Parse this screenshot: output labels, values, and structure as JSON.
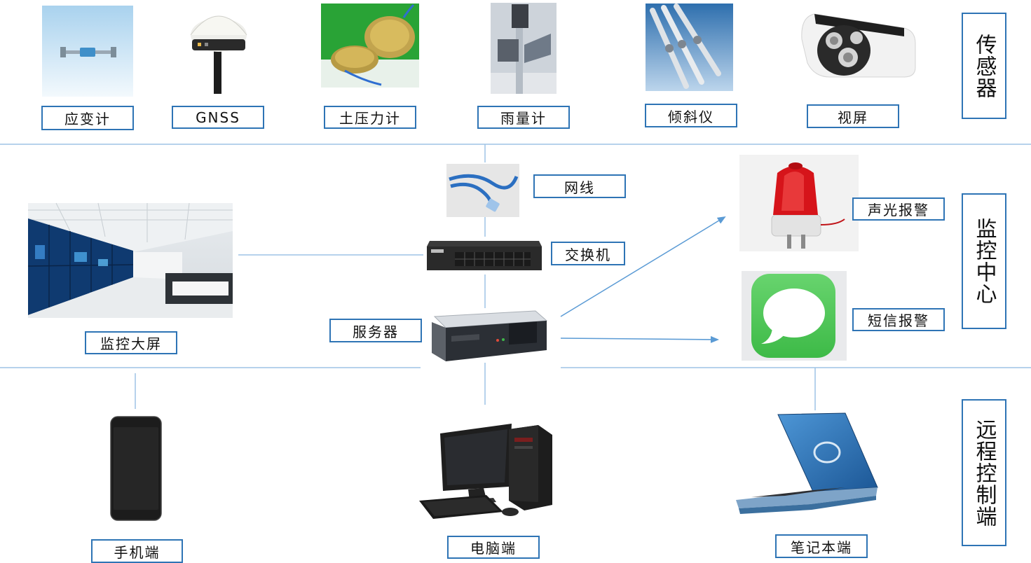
{
  "colors": {
    "line": "#9dc3e6",
    "border": "#2e74b5",
    "arrow": "#5b9bd5"
  },
  "sensors": {
    "title": "传感器",
    "strain_gauge": "应变计",
    "gnss": "GNSS",
    "earth_pressure": "土压力计",
    "rain_gauge": "雨量计",
    "inclinometer": "倾斜仪",
    "video": "视屏"
  },
  "monitoring": {
    "title": "监控中心",
    "network_cable": "网线",
    "switch": "交换机",
    "server": "服务器",
    "big_screen": "监控大屏",
    "sound_light_alarm": "声光报警",
    "sms_alarm": "短信报警"
  },
  "remote": {
    "title": "远程控制端",
    "phone": "手机端",
    "desktop": "电脑端",
    "laptop": "笔记本端"
  }
}
